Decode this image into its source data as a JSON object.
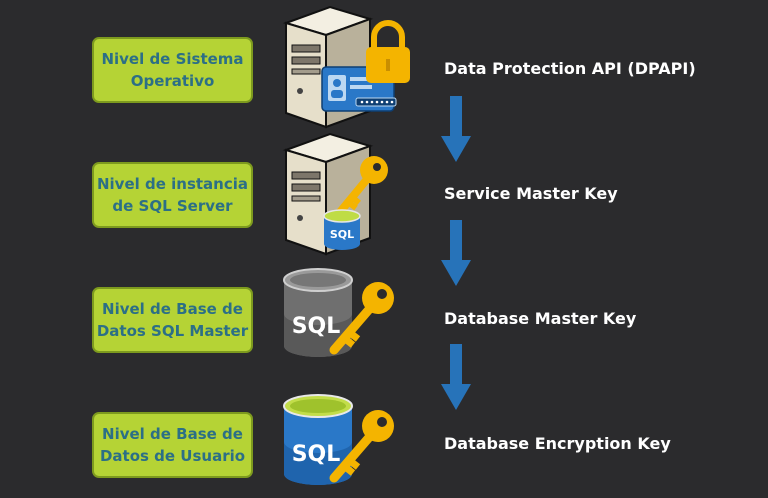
{
  "levels": [
    {
      "label": "Nivel de Sistema\nOperativo",
      "key": "Data Protection API (DPAPI)"
    },
    {
      "label": "Nivel de instancia\nde SQL Server",
      "key": "Service Master Key"
    },
    {
      "label": "Nivel de Base de\nDatos SQL Master",
      "key": "Database Master Key"
    },
    {
      "label": "Nivel de Base de\nDatos de Usuario",
      "key": "Database Encryption Key"
    }
  ],
  "icons": {
    "sql_badge": "SQL",
    "sql_master_db": "SQL",
    "sql_user_db": "SQL"
  },
  "colors": {
    "background": "#2b2b2d",
    "level_box": "#b5d335",
    "level_text": "#2c6f86",
    "arrow": "#2773b9",
    "key": "#f4b400"
  }
}
